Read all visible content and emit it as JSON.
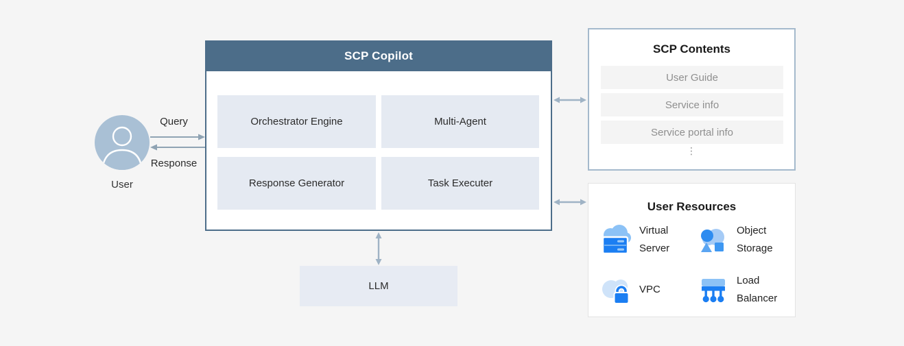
{
  "diagram": {
    "user": {
      "label": "User",
      "query_label": "Query",
      "response_label": "Response",
      "avatar_icon": "person-icon"
    },
    "copilot": {
      "title": "SCP Copilot",
      "modules": [
        "Orchestrator Engine",
        "Multi-Agent",
        "Response Generator",
        "Task Executer"
      ]
    },
    "llm": {
      "label": "LLM"
    },
    "scp_contents": {
      "title": "SCP Contents",
      "items": [
        "User Guide",
        "Service info",
        "Service portal info"
      ],
      "more_indicator": "⋮"
    },
    "user_resources": {
      "title": "User Resources",
      "items": [
        {
          "label": "Virtual Server",
          "icon": "virtual-server-icon"
        },
        {
          "label": "Object Storage",
          "icon": "object-storage-icon"
        },
        {
          "label": "VPC",
          "icon": "vpc-icon"
        },
        {
          "label": "Load Balancer",
          "icon": "load-balancer-icon"
        }
      ]
    },
    "colors": {
      "background": "#f5f5f5",
      "copilot_header": "#4c6d89",
      "module_fill": "#e5eaf2",
      "llm_fill": "#e7ebf3",
      "connector_arrow": "#9fb3c5",
      "user_arrow": "#8fa3b3",
      "contents_border": "#a4b9cc",
      "content_item_fill": "#f4f4f4",
      "avatar_fill": "#a9c0d5",
      "icon_blue": "#1b7ef2",
      "icon_blue_light": "#8cc2f6",
      "icon_blue_pale": "#cfe3f9"
    }
  }
}
